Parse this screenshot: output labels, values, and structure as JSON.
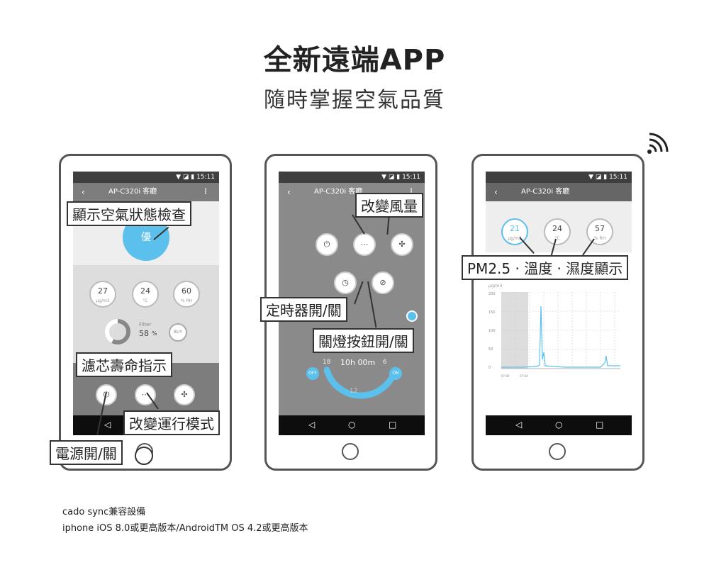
{
  "heading": {
    "title": "全新遠端APP",
    "subtitle": "隨時掌握空氣品質"
  },
  "status_time": "15:11",
  "phone1": {
    "app_title": "AP-C320i 客廳",
    "quality_label": "優",
    "gauges": [
      {
        "icon": "pm-dots-icon",
        "value": "27",
        "unit": "μg/m3"
      },
      {
        "icon": "thermometer-icon",
        "value": "24",
        "unit": "°C"
      },
      {
        "icon": "droplet-icon",
        "value": "60",
        "unit": "% RH"
      }
    ],
    "filter_label": "Filter",
    "filter_percent": "58",
    "filter_percent_unit": "%",
    "buy_label": "BUY",
    "filter_fill": 0.58,
    "buttons": [
      "power-icon",
      "fan-speed-icon",
      "mode-icon"
    ],
    "callouts": {
      "status": "顯示空氣狀態檢查",
      "filter": "濾芯壽命指示",
      "mode": "改變運行模式",
      "power": "電源開/關"
    }
  },
  "phone2": {
    "app_title": "AP-C320i 客廳",
    "timer_text": "10h 00m",
    "dial_left": "18",
    "dial_right": "6",
    "dial_bottom": "12",
    "off_label": "OFF",
    "on_label": "ON",
    "callouts": {
      "fan": "改變風量",
      "timer": "定時器開/關",
      "light": "關燈按鈕開/關"
    }
  },
  "phone3": {
    "app_title": "AP-C320i 客廳",
    "gauges": [
      {
        "value": "21",
        "unit": "μg/m3"
      },
      {
        "value": "24",
        "unit": "°C"
      },
      {
        "value": "57",
        "unit": "% RH"
      }
    ],
    "y_axis_unit": "μg/m3",
    "y_ticks": [
      "200",
      "150",
      "100",
      "50",
      "0"
    ],
    "x_ticks": [
      "07:00",
      "07:04"
    ],
    "callout": "PM2.5 · 溫度 · 濕度顯示"
  },
  "footer": {
    "line1": "cado sync兼容設備",
    "line2": "iphone iOS 8.0或更高版本/AndroidTM OS 4.2或更高版本"
  },
  "colors": {
    "accent_blue": "#5bc0eb",
    "screen_grey": "#7d7d7d",
    "navbar": "#0d0d0d"
  }
}
